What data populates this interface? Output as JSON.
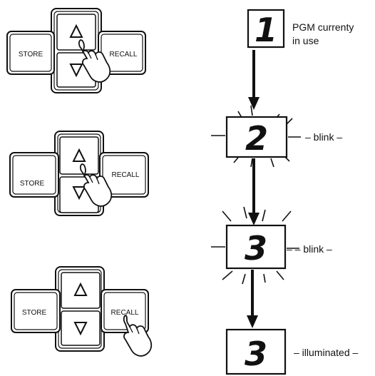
{
  "panels": [
    {
      "store": "STORE",
      "recall": "RECALL",
      "pressed": "up"
    },
    {
      "store": "STORE",
      "recall": "RECALL",
      "pressed": "up"
    },
    {
      "store": "STORE",
      "recall": "RECALL",
      "pressed": "recall"
    }
  ],
  "displays": [
    {
      "digit": "1",
      "state": "illuminated",
      "caption_line1": "PGM currenty",
      "caption_line2": "in use"
    },
    {
      "digit": "2",
      "state": "blink",
      "caption": "– blink –"
    },
    {
      "digit": "3",
      "state": "blink",
      "caption": "– – blink –"
    },
    {
      "digit": "3",
      "state": "illuminated",
      "caption": "– illuminated –"
    }
  ],
  "icons": [
    "up-triangle-icon",
    "down-triangle-icon",
    "pointing-hand-icon",
    "down-arrow-icon",
    "blink-rays-icon"
  ]
}
